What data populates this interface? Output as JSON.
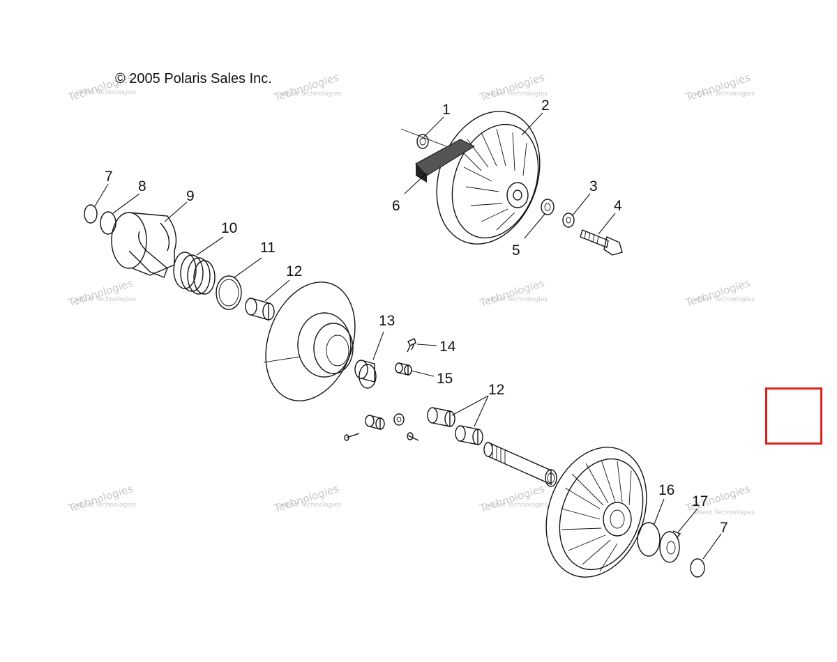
{
  "copyright": "© 2005 Polaris Sales Inc.",
  "watermark": {
    "line1": "vNext Technologies",
    "line2": "Technologies",
    "line3": "vNext"
  },
  "callouts": [
    "1",
    "2",
    "3",
    "4",
    "5",
    "6",
    "7",
    "8",
    "9",
    "10",
    "11",
    "12",
    "13",
    "14",
    "15",
    "12",
    "16",
    "17",
    "7"
  ],
  "highlight_color": "#e0201b"
}
